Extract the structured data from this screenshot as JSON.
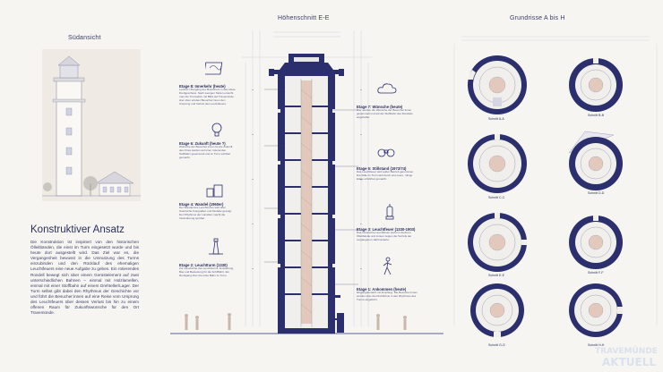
{
  "views": {
    "south": "Südansicht",
    "section": "Höhenschnitt E-E",
    "plans": "Grundrisse A bis H"
  },
  "concept": {
    "title": "Konstruktiver Ansatz",
    "text": "Die Konstruktion ist inspiriert von den historischen Ölleitbänden, die einst im Turm eingesetzt wurde und bis heute dort ausgestellt wird. Das Ziel war es, die Vergangenheit bewusst in die Umnutzung des Turms einzubinden und den Rücklauf des ehemaligen Leuchtfeuers eine neue Aufgabe zu geben. Ein rotierendes Rondell bewegt sich über einem Gerüstelement auf zwei unterschiedlichen Bahnen – einmal mit Holzlamellen, einmal mit einer Stoffbahn auf einem Drehteller/Lager. Der Turm selbst gibt dabei den Rhythmus der Geschichte vor und führt die Besucher:innen auf eine Reise vom Ursprung des Leuchtfeuers über dessen Verlust bis hin zu einem offenen Raum für Zukunftswünsche für den Ort Travemünde."
  },
  "stages_left": [
    {
      "title": "Etage 8: Innerkehr (heute)",
      "text": "Leichter Übergang des Besuchers in das obere Drehgeschoss. Nach wenigen Stufen erreicht man die Turmspitze mit Blick auf Travemünde. Hier oben erleben Besucher:innen den Ursprung und Verlust des Leuchtfeuers.",
      "icon": "map-icon"
    },
    {
      "title": "Etage 6: Zukunft (heute ?)",
      "text": "Wünsche der Besucher:innen für die Zukunft des Ortes werden auf einer rotierenden Stoffbahn gesammelt und im Turm sichtbar gemacht.",
      "icon": "lightbulb-icon"
    },
    {
      "title": "Etage 4: Wandel (1960er)",
      "text": "Der Wandel des Leuchtturms wird über historische Fotografien und Modelle gezeigt. Der Rhythmus der Lamellen macht die Veränderung spürbar.",
      "icon": "buildings-icon"
    },
    {
      "title": "Etage 2: Leuchtturm (1330)",
      "text": "Zur Geschichte des Leuchtturms: Entstehung, Bau und Bedeutung für die Schifffahrt. Ein Rundgang über die erste Bahn im Turm.",
      "icon": "tower-icon"
    }
  ],
  "stages_right": [
    {
      "title": "Etage 7: Wünsche (heute)",
      "text": "Hier werden die Wünsche der Besucher:innen gesammelt und auf der Stoffbahn des Rondells angeheftet.",
      "icon": "cloud-icon"
    },
    {
      "title": "Etage 5: Stillstand (1972/74)",
      "text": "Das Leuchtfeuer wird außer Betrieb genommen. Die Stille im Turm wird durch eine leere, ruhige Etage erfahrbar gemacht.",
      "icon": "binoculars-icon"
    },
    {
      "title": "Etage 3: Leuchtfeuer (1330-1903)",
      "text": "Das historische Leuchtfeuer steht im Zentrum. Ölleitbände und Linsen zeigen die Technik der vergangenen Jahrhunderte.",
      "icon": "lamp-icon"
    },
    {
      "title": "Etage 1: Ankommen (heute)",
      "text": "Eingangsbereich mit Empfang. Die Besucher:innen werden über die Drehbühne in den Rhythmus des Turms eingeführt.",
      "icon": "walking-icon"
    }
  ],
  "plans": [
    "Schnitt A-A",
    "Schnitt B-B",
    "Schnitt C-C",
    "Schnitt D-D",
    "Schnitt E-E",
    "Schnitt F-F",
    "Schnitt G-G",
    "Schnitt H-H"
  ],
  "watermark": {
    "line1": "TRAVEMÜNDE",
    "line2": "AKTUELL"
  },
  "colors": {
    "navy": "#2b2f6e",
    "ink": "#3a3d66",
    "paper": "#f6f5f2",
    "stair": "#d9b8a8"
  }
}
